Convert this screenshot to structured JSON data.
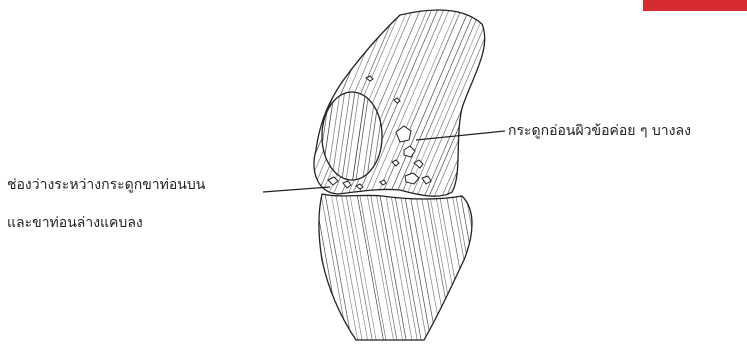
{
  "diagram": {
    "labels": {
      "cartilage_thinning": "กระดูกอ่อนผิวข้อค่อย ๆ บางลง",
      "joint_space_line1": "ช่องว่างระหว่างกระดูกขาท่อนบน",
      "joint_space_line2": "และขาท่อนล่างแคบลง"
    }
  },
  "colors": {
    "ink": "#222222",
    "badge": "#d42a30",
    "background": "#ffffff"
  }
}
